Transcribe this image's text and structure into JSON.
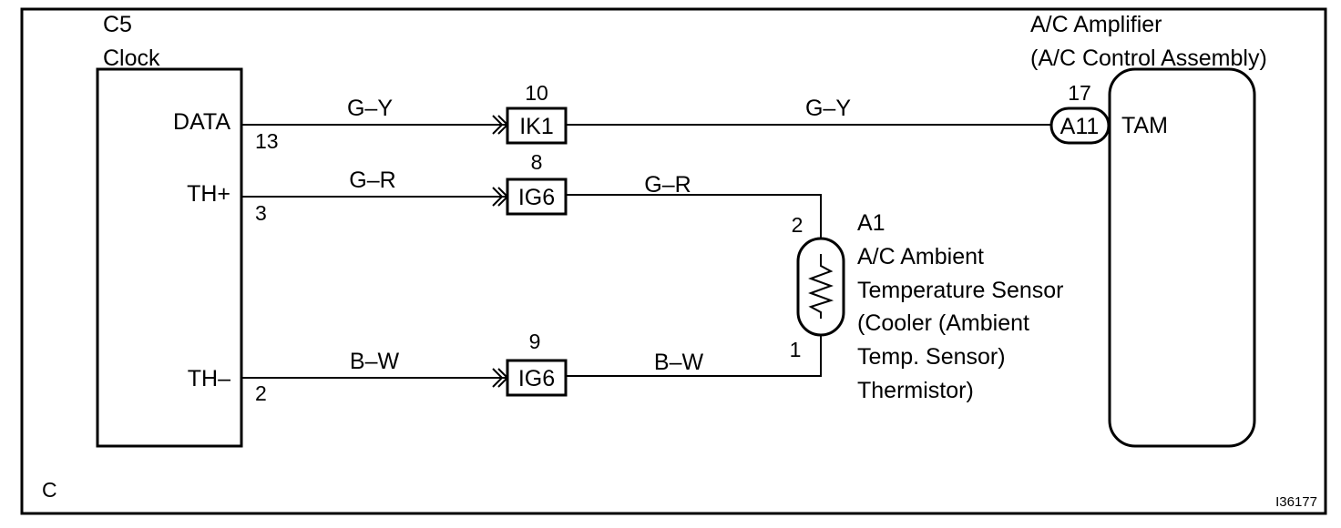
{
  "clock": {
    "code": "C5",
    "name": "Clock",
    "terminals": {
      "data": "DATA",
      "th_plus": "TH+",
      "th_minus": "TH–"
    },
    "pins": {
      "data": "13",
      "th_plus": "3",
      "th_minus": "2"
    }
  },
  "amplifier": {
    "title_line1": "A/C Amplifier",
    "title_line2": "(A/C Control Assembly)",
    "connector": "A11",
    "pin": "17",
    "terminal": "TAM"
  },
  "wires": {
    "data_left": "G–Y",
    "data_right": "G–Y",
    "th_plus_left": "G–R",
    "th_plus_right": "G–R",
    "th_minus_left": "B–W",
    "th_minus_right": "B–W"
  },
  "connectors": [
    {
      "name": "IK1",
      "pin": "10"
    },
    {
      "name": "IG6",
      "pin": "8"
    },
    {
      "name": "IG6",
      "pin": "9"
    }
  ],
  "sensor": {
    "code": "A1",
    "line1": "A/C Ambient",
    "line2": "Temperature Sensor",
    "line3": "(Cooler (Ambient",
    "line4": "Temp. Sensor)",
    "line5": "Thermistor)",
    "pin_top": "2",
    "pin_bottom": "1"
  },
  "footer": {
    "corner_label": "C",
    "figure_id": "I36177"
  }
}
